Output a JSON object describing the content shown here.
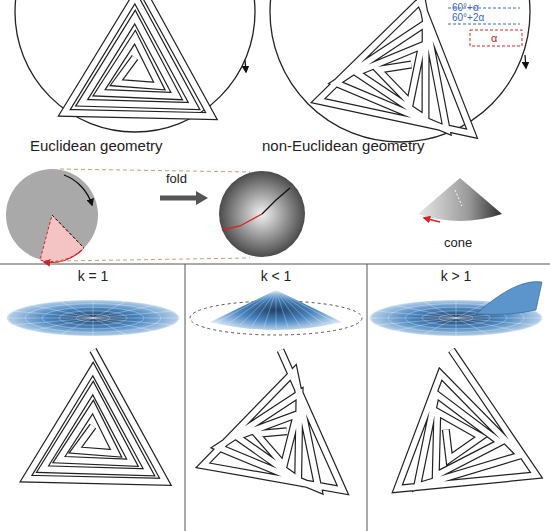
{
  "diagram": {
    "labels": [
      "60°+α",
      "60°+2α",
      "α",
      "Euclidean geometry",
      "non-Euclidean geometry",
      "fold",
      "cone",
      "k = 1",
      "k < 1",
      "k > 1"
    ]
  }
}
